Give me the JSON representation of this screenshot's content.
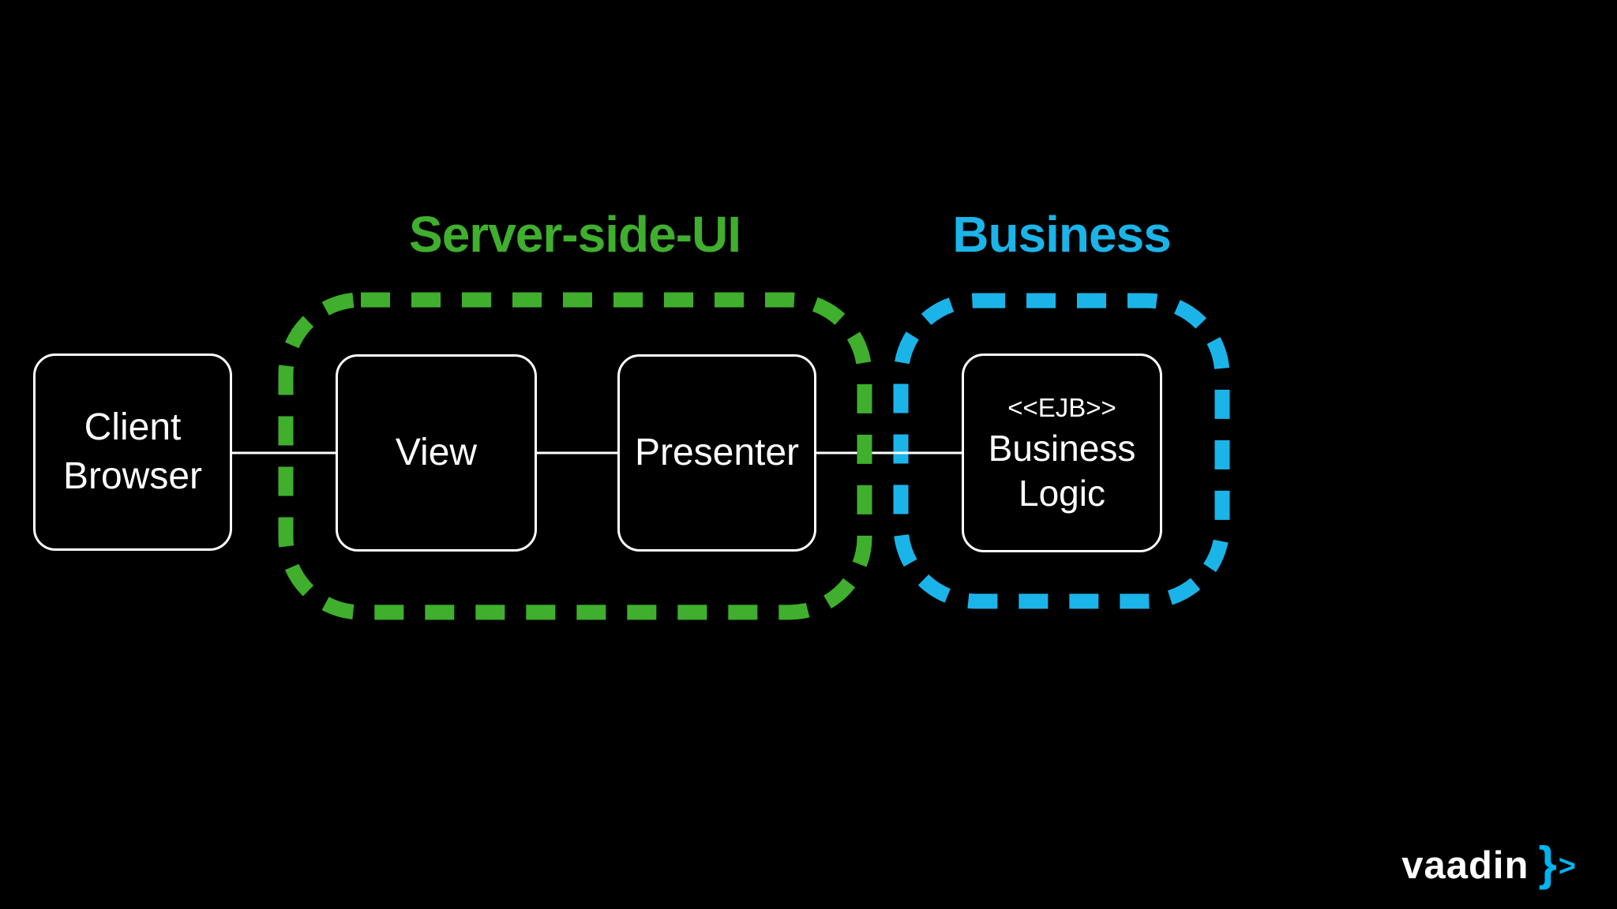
{
  "background_color": "#000000",
  "colors": {
    "white": "#ffffff",
    "green": "#3faf2d",
    "blue": "#1bb4e9",
    "logo_accent": "#00b4f0"
  },
  "groups": {
    "server_side_ui": {
      "label": "Server-side-UI",
      "color": "#3faf2d"
    },
    "business": {
      "label": "Business",
      "color": "#1bb4e9"
    }
  },
  "nodes": {
    "client_browser": {
      "line1": "Client",
      "line2": "Browser"
    },
    "view": {
      "label": "View"
    },
    "presenter": {
      "label": "Presenter"
    },
    "ejb": {
      "stereotype": "<<EJB>>",
      "line1": "Business",
      "line2": "Logic"
    }
  },
  "logo": {
    "text": "vaadin",
    "brace": "}",
    "chevron": ">",
    "text_color": "#ffffff",
    "accent_color": "#00b4f0"
  }
}
